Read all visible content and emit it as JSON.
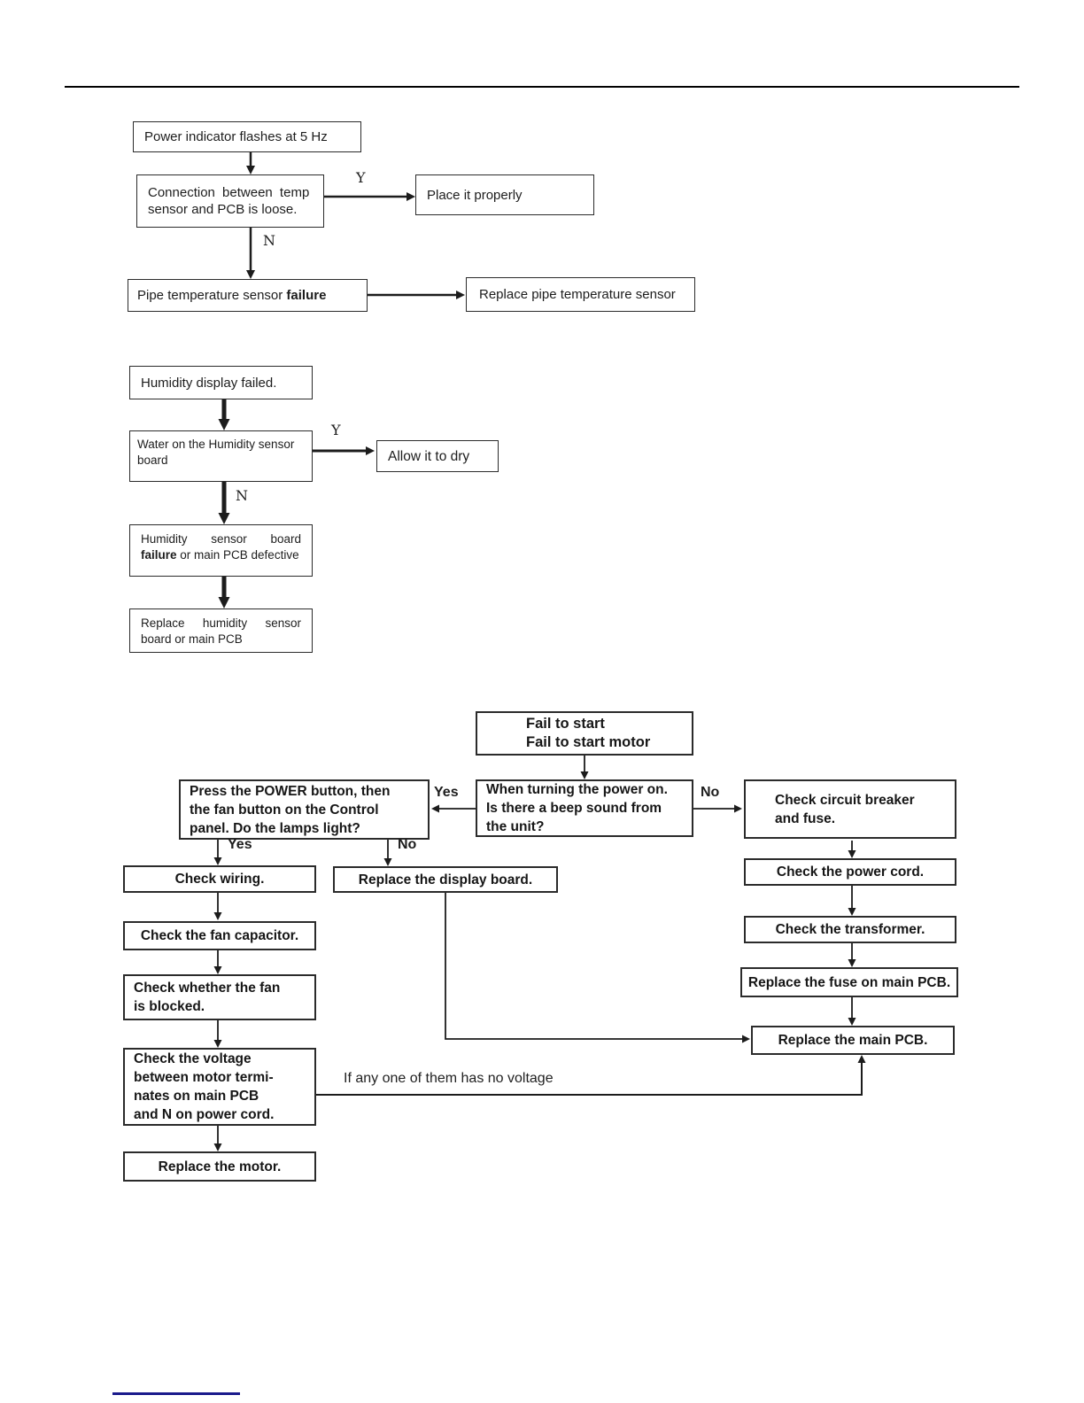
{
  "chart1": {
    "start": "Power indicator flashes at 5 Hz",
    "question": {
      "line1": "Connection between temp",
      "line2": "sensor and PCB is loose."
    },
    "yes_label": "Y",
    "no_label": "N",
    "yes_action": "Place it properly",
    "failure_text": "Pipe temperature sensor ",
    "failure_bold": "failure",
    "action": "Replace pipe temperature sensor"
  },
  "chart2": {
    "start": "Humidity display failed.",
    "question": {
      "line1": "Water on the Humidity sensor",
      "line2": "board"
    },
    "yes_label": "Y",
    "no_label": "N",
    "yes_action": "Allow it to dry",
    "failure": {
      "w1": "Humidity",
      "w2": "sensor",
      "w3": "board",
      "line2_bold": "failure",
      "line2_rest": " or main PCB defective"
    },
    "action": {
      "w1": "Replace",
      "w2": "humidity",
      "w3": "sensor",
      "line2": "board or main PCB"
    }
  },
  "chart3": {
    "start": {
      "line1": "Fail to start",
      "line2": "Fail to start motor"
    },
    "q_beep": {
      "line1": "When turning the power on.",
      "line2": "Is there a beep sound from",
      "line3": "the unit?"
    },
    "beep_yes_label": "Yes",
    "beep_no_label": "No",
    "q_lamps": {
      "line1": "Press the POWER button, then",
      "line2": "the fan button on the Control",
      "line3": "panel. Do the lamps light?"
    },
    "lamps_yes_label": "Yes",
    "lamps_no_label": "No",
    "check_wiring": "Check wiring.",
    "replace_display_board": "Replace the display board.",
    "check_fan_capacitor": "Check the fan capacitor.",
    "check_fan_blocked": {
      "line1": "Check whether the fan",
      "line2": "is blocked."
    },
    "check_voltage": {
      "line1": "Check the voltage",
      "line2": "between motor termi-",
      "line3": "nates on main PCB",
      "line4": "and N on power cord."
    },
    "replace_motor": "Replace the motor.",
    "no_voltage_note": "If any one of them has no voltage",
    "check_breaker": {
      "line1": "Check circuit breaker",
      "line2": "and fuse."
    },
    "check_power_cord": "Check the power cord.",
    "check_transformer": "Check the transformer.",
    "replace_fuse": "Replace the fuse on main PCB.",
    "replace_main_pcb": "Replace the main PCB."
  },
  "colors": {
    "ink": "#1c1c1c",
    "footer_line": "#1a1a8c"
  }
}
